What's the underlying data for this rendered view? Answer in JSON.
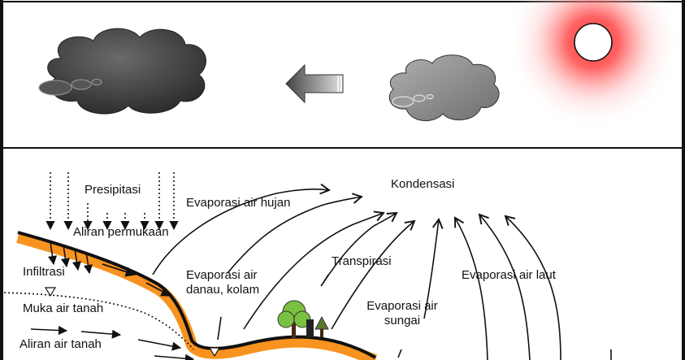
{
  "labels": {
    "condensation": "Kondensasi",
    "precipitation": "Presipitasi",
    "surface_runoff": "Aliran permukaan",
    "infiltration": "Infiltrasi",
    "water_table": "Muka air tanah",
    "groundwater_flow": "Aliran air tanah",
    "rain_evaporation": "Evaporasi air hujan",
    "lake_evaporation": "Evaporasi air danau, kolam",
    "transpiration": "Transpirasi",
    "river_evaporation": "Evaporasi air sungai",
    "sea_evaporation": "Evaporasi air laut"
  },
  "colors": {
    "sun_glow": "#ff2a2a",
    "soil_layer": "#f7931e",
    "tree_green": "#7ac142",
    "cloud_dark": "#3c3c3c",
    "cloud_light": "#8a8a8a",
    "arrow": "#111111"
  },
  "icons": [
    "sun",
    "rain-cloud",
    "small-cloud",
    "wind-arrow",
    "tree",
    "house"
  ]
}
